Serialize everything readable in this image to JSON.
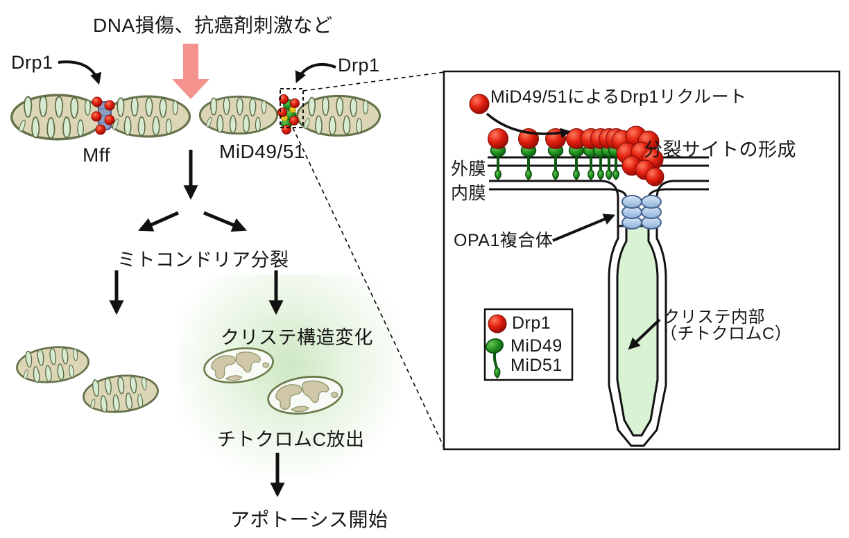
{
  "labels": {
    "stimulus": "DNA損傷、抗癌剤刺激など",
    "drp1_left": "Drp1",
    "drp1_right": "Drp1",
    "mff": "Mff",
    "mid49_51": "MiD49/51",
    "mito_fission": "ミトコンドリア分裂",
    "cristae_change": "クリステ構造変化",
    "cytochrome_release": "チトクロムC放出",
    "apoptosis_start": "アポトーシス開始"
  },
  "panel": {
    "recruit": "MiD49/51によるDrp1リクルート",
    "fission_site": "分裂サイトの形成",
    "outer_membrane": "外膜",
    "inner_membrane": "内膜",
    "opa1_complex": "OPA1複合体",
    "cristae_interior_1": "クリステ内部",
    "cristae_interior_2": "（チトクロムC）",
    "legend": {
      "drp1": "Drp1",
      "mid49": "MiD49",
      "mid51": "MiD51"
    }
  },
  "colors": {
    "mito_body": "#dcd5b6",
    "mito_border": "#64724a",
    "cristae_fill": "#d7ebd3",
    "drp1_red": "#e2200f",
    "mid_green": "#1f8f1f",
    "mff_blue": "#8e9dc4",
    "opa1_blue": "#a9c6e6",
    "stimulus_arrow_pink": "#f4928d",
    "crista_lumen_green": "#d9f2d4",
    "glow_green": "#cde8c2",
    "line_black": "#111111"
  }
}
